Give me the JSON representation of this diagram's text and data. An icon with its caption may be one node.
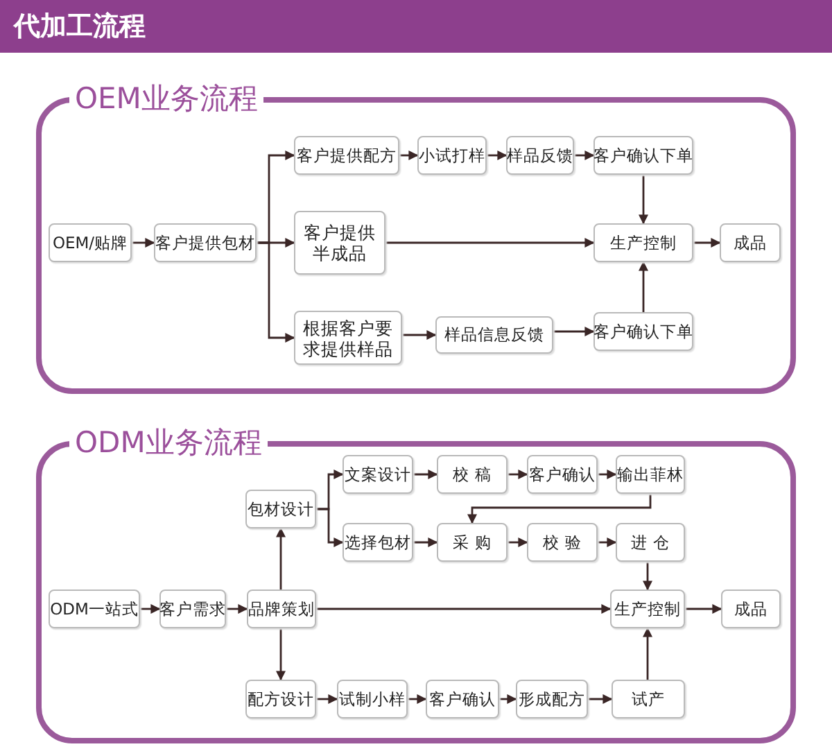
{
  "diagram": {
    "title": "代加工流程",
    "nodes": [
      {
        "text": [
          "OEM业务流程"
        ]
      },
      {
        "text": [
          "OEM/贴牌"
        ],
        "in": 0
      },
      {
        "text": [
          "客户提供包材"
        ],
        "in": 0
      },
      {
        "text": [
          "客户提供配方"
        ],
        "in": 0
      },
      {
        "text": [
          "小试打样"
        ],
        "in": 0
      },
      {
        "text": [
          "样品反馈"
        ],
        "in": 0
      },
      {
        "text": [
          "客户确认下单"
        ],
        "in": 0
      },
      {
        "text": [
          "客户提供半成品"
        ],
        "in": 0
      },
      {
        "text": [
          "生产控制"
        ],
        "in": 0
      },
      {
        "text": [
          "成品"
        ],
        "in": 0
      },
      {
        "text": [
          "根据客户要求提供样品"
        ],
        "in": 0
      },
      {
        "text": [
          "样品信息反馈"
        ],
        "in": 0
      },
      {
        "text": [
          "客户确认下单"
        ],
        "in": 0
      },
      {
        "text": [
          "ODM业务流程"
        ]
      },
      {
        "text": [
          "文案设计"
        ],
        "in": 13
      },
      {
        "text": [
          "校 稿"
        ],
        "in": 13
      },
      {
        "text": [
          "客户确认"
        ],
        "in": 13
      },
      {
        "text": [
          "输出菲林"
        ],
        "in": 13
      },
      {
        "text": [
          "包材设计"
        ],
        "in": 13
      },
      {
        "text": [
          "选择包材"
        ],
        "in": 13
      },
      {
        "text": [
          "采 购"
        ],
        "in": 13
      },
      {
        "text": [
          "校 验"
        ],
        "in": 13
      },
      {
        "text": [
          "进 仓"
        ],
        "in": 13
      },
      {
        "text": [
          "ODM一站式"
        ],
        "in": 13
      },
      {
        "text": [
          "客户需求"
        ],
        "in": 13
      },
      {
        "text": [
          "品牌策划"
        ],
        "in": 13
      },
      {
        "text": [
          "生产控制"
        ],
        "in": 13
      },
      {
        "text": [
          "成品"
        ],
        "in": 13
      },
      {
        "text": [
          "配方设计"
        ],
        "in": 13
      },
      {
        "text": [
          "试制小样"
        ],
        "in": 13
      },
      {
        "text": [
          "客户确认"
        ],
        "in": 13
      },
      {
        "text": [
          "形成配方"
        ],
        "in": 13
      },
      {
        "text": [
          "试产"
        ],
        "in": 13
      }
    ],
    "edges": [
      {
        "from": 1,
        "to": 2,
        "arrow": "to"
      },
      {
        "from": 2,
        "to": 3,
        "arrow": "to"
      },
      {
        "from": 2,
        "to": 7,
        "arrow": "to"
      },
      {
        "from": 2,
        "to": 10,
        "arrow": "to"
      },
      {
        "from": 3,
        "to": 4,
        "arrow": "to"
      },
      {
        "from": 4,
        "to": 5,
        "arrow": "to"
      },
      {
        "from": 5,
        "to": 6,
        "arrow": "to"
      },
      {
        "from": 6,
        "to": 8,
        "arrow": "to"
      },
      {
        "from": 7,
        "to": 8,
        "arrow": "to"
      },
      {
        "from": 8,
        "to": 9,
        "arrow": "to"
      },
      {
        "from": 10,
        "to": 11,
        "arrow": "to"
      },
      {
        "from": 11,
        "to": 12,
        "arrow": "to"
      },
      {
        "from": 12,
        "to": 8,
        "arrow": "to"
      },
      {
        "from": 23,
        "to": 24,
        "arrow": "to"
      },
      {
        "from": 24,
        "to": 25,
        "arrow": "to"
      },
      {
        "from": 25,
        "to": 18,
        "arrow": "to"
      },
      {
        "from": 25,
        "to": 28,
        "arrow": "to"
      },
      {
        "from": 25,
        "to": 26,
        "arrow": "to"
      },
      {
        "from": 18,
        "to": 14,
        "arrow": "to"
      },
      {
        "from": 18,
        "to": 19,
        "arrow": "to"
      },
      {
        "from": 14,
        "to": 15,
        "arrow": "to"
      },
      {
        "from": 15,
        "to": 16,
        "arrow": "to"
      },
      {
        "from": 16,
        "to": 17,
        "arrow": "to"
      },
      {
        "from": 17,
        "to": 20,
        "arrow": "to"
      },
      {
        "from": 19,
        "to": 20,
        "arrow": "to"
      },
      {
        "from": 20,
        "to": 21,
        "arrow": "to"
      },
      {
        "from": 21,
        "to": 22,
        "arrow": "to"
      },
      {
        "from": 22,
        "to": 26,
        "arrow": "to"
      },
      {
        "from": 26,
        "to": 27,
        "arrow": "to"
      },
      {
        "from": 28,
        "to": 29,
        "arrow": "to"
      },
      {
        "from": 29,
        "to": 30,
        "arrow": "to"
      },
      {
        "from": 30,
        "to": 31,
        "arrow": "to"
      },
      {
        "from": 31,
        "to": 32,
        "arrow": "to"
      },
      {
        "from": 32,
        "to": 26,
        "arrow": "to"
      }
    ]
  }
}
